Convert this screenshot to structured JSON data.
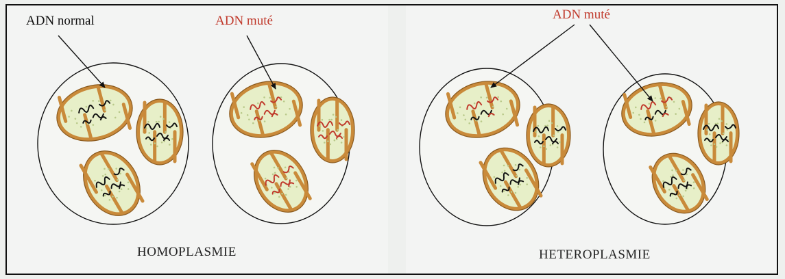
{
  "labels": {
    "adn_normal": "ADN normal",
    "adn_mute_left": "ADN muté",
    "adn_mute_right": "ADN muté"
  },
  "captions": {
    "homoplasmie": "HOMOPLASMIE",
    "heteroplasmie": "HETEROPLASMIE"
  },
  "colors": {
    "membrane": "#c98a3a",
    "matrix": "#e7efc8",
    "dot": "#b9c98a",
    "normal_dna": "#111111",
    "mutant_dna": "#c0392b",
    "label_red": "#c0392b"
  }
}
